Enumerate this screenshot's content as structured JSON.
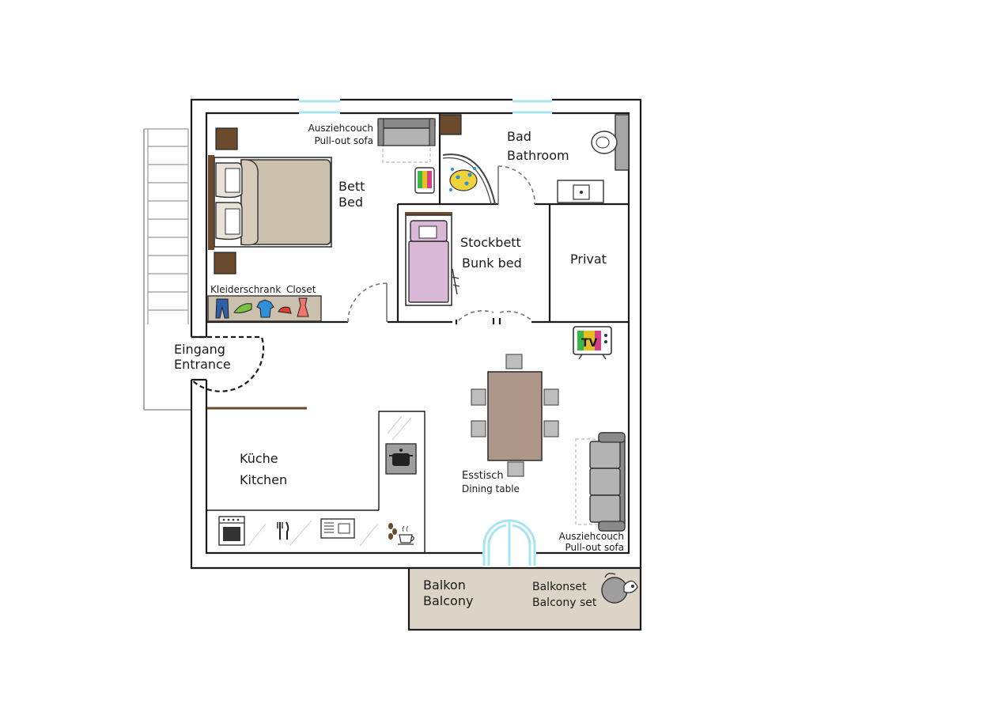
{
  "labels": {
    "pullout_top_de": "Ausziehcouch",
    "pullout_top_en": "Pull-out sofa",
    "bath_de": "Bad",
    "bath_en": "Bathroom",
    "bed_de": "Bett",
    "bed_en": "Bed",
    "bunk_de": "Stockbett",
    "bunk_en": "Bunk bed",
    "privat": "Privat",
    "closet_de": "Kleiderschrank",
    "closet_en": "Closet",
    "entrance_de": "Eingang",
    "entrance_en": "Entrance",
    "kitchen_de": "Küche",
    "kitchen_en": "Kitchen",
    "dining_de": "Esstisch",
    "dining_en": "Dining table",
    "pullout_right_de": "Ausziehcouch",
    "pullout_right_en": "Pull-out sofa",
    "balcony_de": "Balkon",
    "balcony_en": "Balcony",
    "balconyset_de": "Balkonset",
    "balconyset_en": "Balcony set",
    "tv": "TV"
  },
  "colors": {
    "wall": "#1a1a1a",
    "window": "#a9e4f2",
    "bed_fabric": "#cbbfae",
    "bunk_fabric": "#d9b9d6",
    "wood": "#6b4a2e",
    "dining_table": "#ae968a",
    "balcony_floor": "#ddd4c8",
    "sofa": "#9e9e9e"
  },
  "icons": [
    "toilet-icon",
    "sink-icon",
    "shower-icon",
    "tv-icon",
    "pot-icon",
    "oven-icon",
    "cutlery-icon",
    "microwave-icon",
    "coffee-icon",
    "clothes-icon"
  ]
}
